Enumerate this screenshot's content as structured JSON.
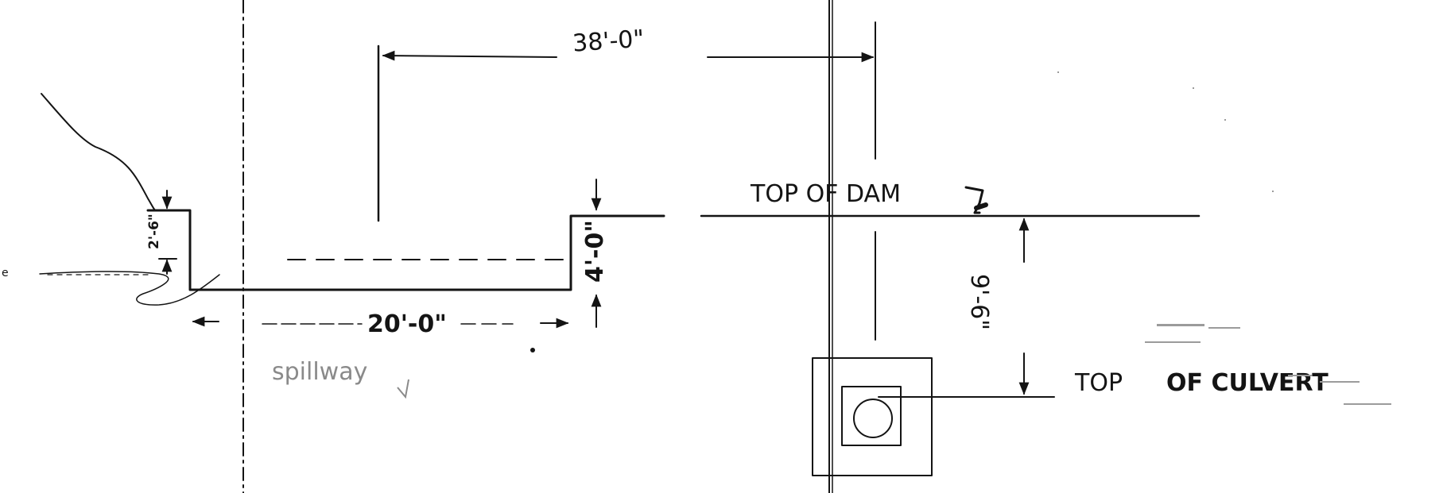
{
  "labels": {
    "top_of_dam": "TOP OF DAM",
    "top_of_culvert_1": "TOP",
    "top_of_culvert_2": "OF CULVERT"
  },
  "dimensions": {
    "total_width": "38'-0\"",
    "spillway_width": "20'-0\"",
    "spillway_depth": "4'-0\"",
    "crest_offset": "2'-6\"",
    "dam_to_culvert": "9'-6\""
  },
  "notes": {
    "spillway": "spillway"
  }
}
